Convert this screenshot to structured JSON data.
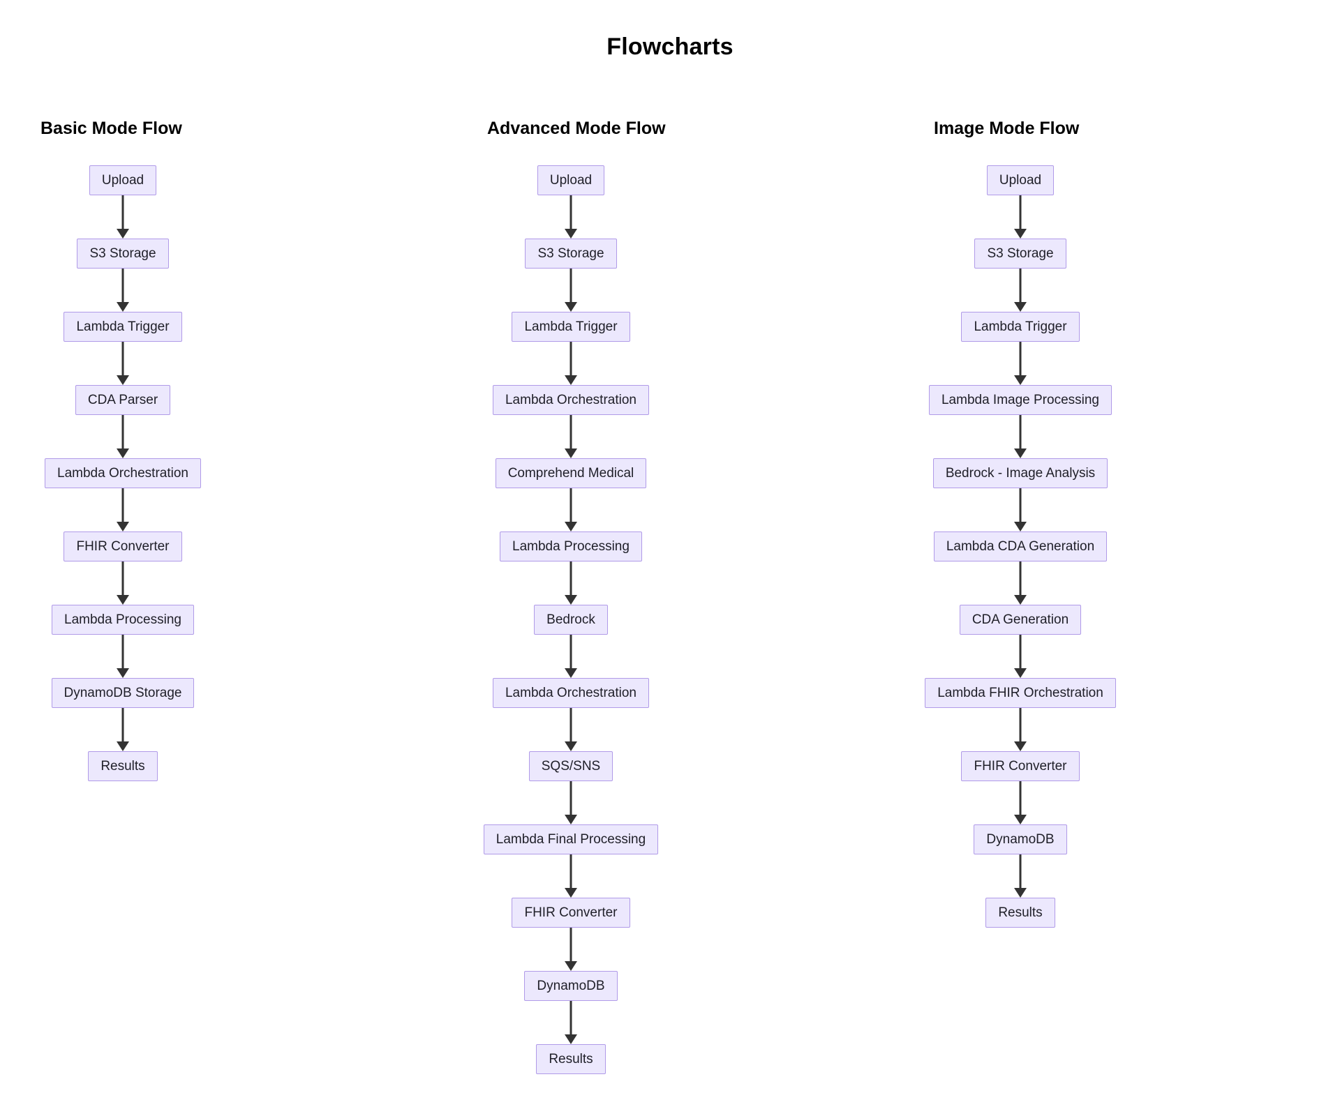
{
  "title": "Flowcharts",
  "theme": {
    "background": "#ffffff",
    "node_fill": "#ece8fd",
    "node_border": "#b09ae8",
    "node_text": "#1f1f28",
    "arrow": "#333333",
    "title_text": "#000000"
  },
  "columns": [
    {
      "title": "Basic Mode Flow",
      "nodes": [
        "Upload",
        "S3 Storage",
        "Lambda Trigger",
        "CDA Parser",
        "Lambda Orchestration",
        "FHIR Converter",
        "Lambda Processing",
        "DynamoDB Storage",
        "Results"
      ]
    },
    {
      "title": "Advanced Mode Flow",
      "nodes": [
        "Upload",
        "S3 Storage",
        "Lambda Trigger",
        "Lambda Orchestration",
        "Comprehend Medical",
        "Lambda Processing",
        "Bedrock",
        "Lambda Orchestration",
        "SQS/SNS",
        "Lambda Final Processing",
        "FHIR Converter",
        "DynamoDB",
        "Results"
      ]
    },
    {
      "title": "Image Mode Flow",
      "nodes": [
        "Upload",
        "S3 Storage",
        "Lambda Trigger",
        "Lambda Image Processing",
        "Bedrock - Image Analysis",
        "Lambda CDA Generation",
        "CDA Generation",
        "Lambda FHIR Orchestration",
        "FHIR Converter",
        "DynamoDB",
        "Results"
      ]
    }
  ]
}
